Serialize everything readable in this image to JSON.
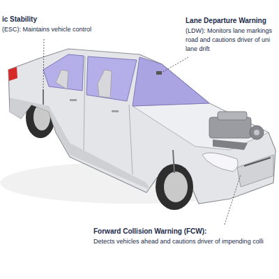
{
  "diagram": {
    "labels": [
      "ic Stability",
      "(ESC): Maintains vehicle control",
      "Lane Departure Warning",
      "(LDW): Monitors lane markings",
      "road and cautions driver of uni",
      "lane drift",
      "Forward Collision Warning (FCW):",
      "Detects vehicles ahead and cautions driver of impending colli"
    ]
  }
}
